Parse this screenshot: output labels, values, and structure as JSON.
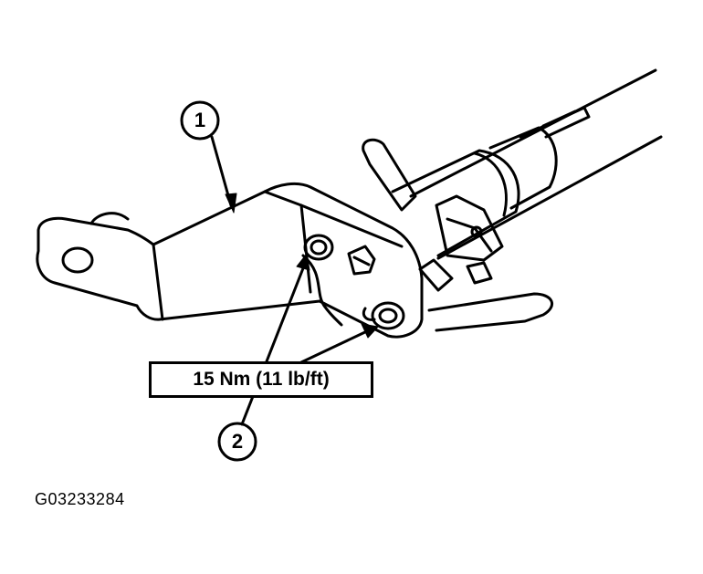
{
  "callouts": [
    {
      "number": "1"
    },
    {
      "number": "2"
    }
  ],
  "torque_spec": "15 Nm (11 lb/ft)",
  "figure_code": "G03233284"
}
